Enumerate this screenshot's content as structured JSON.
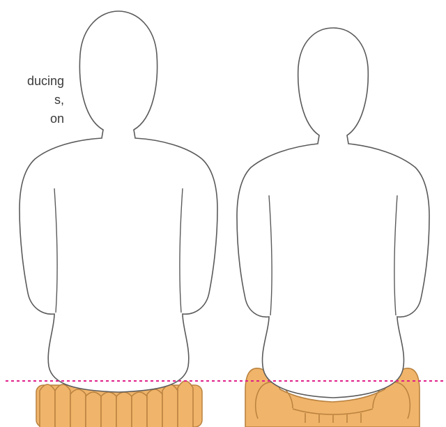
{
  "caption": {
    "lines": [
      "ducing",
      "s,",
      "on"
    ]
  },
  "figures": [
    {
      "name": "cushion-flat",
      "cushion_color": "#f0b46a"
    },
    {
      "name": "cushion-contoured",
      "cushion_color": "#f0b46a"
    }
  ],
  "reference_line_color": "#e0208a"
}
